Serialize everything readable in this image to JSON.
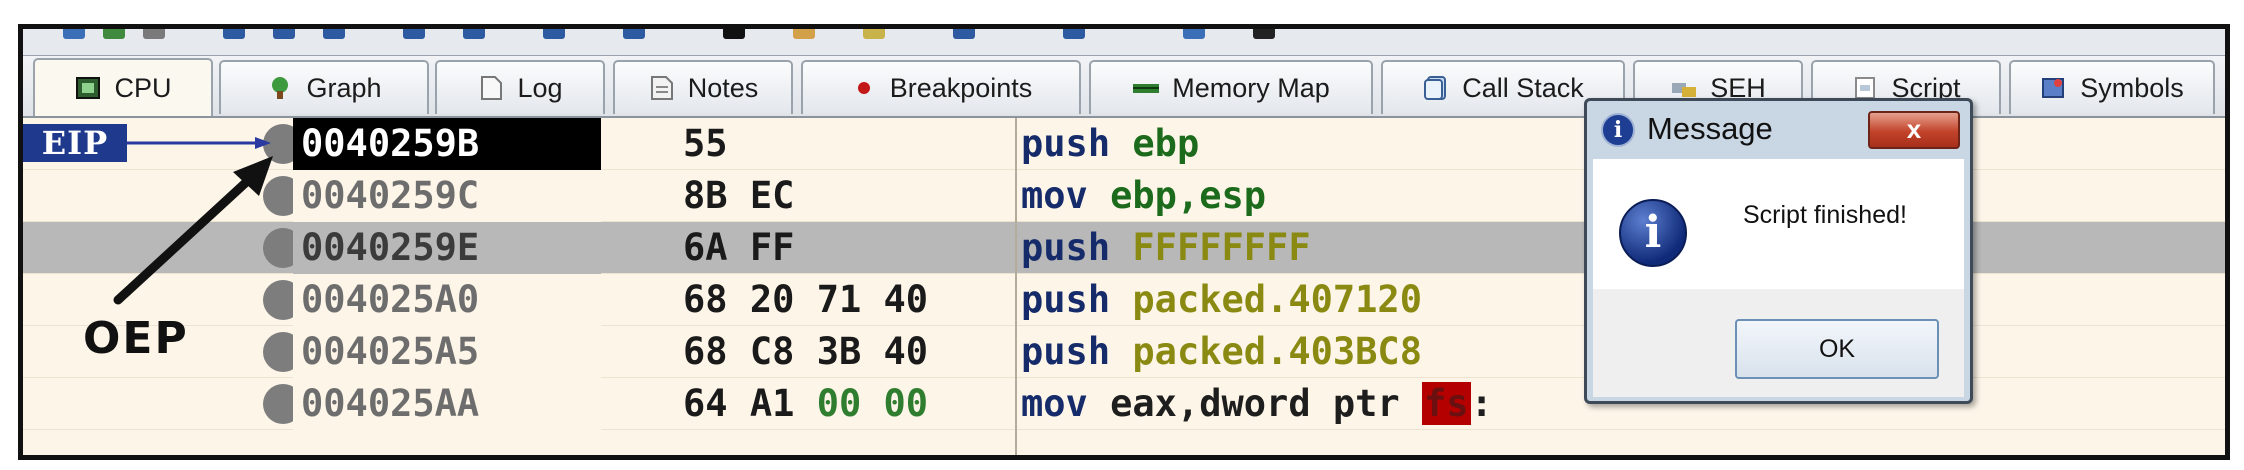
{
  "tabs": [
    {
      "label": "CPU",
      "icon": "cpu-icon"
    },
    {
      "label": "Graph",
      "icon": "graph-icon"
    },
    {
      "label": "Log",
      "icon": "log-icon"
    },
    {
      "label": "Notes",
      "icon": "notes-icon"
    },
    {
      "label": "Breakpoints",
      "icon": "breakpoint-dot-icon"
    },
    {
      "label": "Memory Map",
      "icon": "memory-map-icon"
    },
    {
      "label": "Call Stack",
      "icon": "call-stack-icon"
    },
    {
      "label": "SEH",
      "icon": "seh-icon"
    },
    {
      "label": "Script",
      "icon": "script-icon"
    },
    {
      "label": "Symbols",
      "icon": "symbols-icon"
    }
  ],
  "annotations": {
    "eip": "EIP",
    "oep": "OEP"
  },
  "disassembly": {
    "rows": [
      {
        "address": "0040259B",
        "bytes": [
          "55"
        ],
        "mnemonic": "push",
        "operand": "ebp"
      },
      {
        "address": "0040259C",
        "bytes": [
          "8B",
          "EC"
        ],
        "mnemonic": "mov",
        "operand": "ebp,esp"
      },
      {
        "address": "0040259E",
        "bytes": [
          "6A",
          "FF"
        ],
        "mnemonic": "push",
        "operand": "FFFFFFFF"
      },
      {
        "address": "004025A0",
        "bytes": [
          "68",
          "20",
          "71",
          "40"
        ],
        "mnemonic": "push",
        "operand": "packed.407120"
      },
      {
        "address": "004025A5",
        "bytes": [
          "68",
          "C8",
          "3B",
          "40"
        ],
        "mnemonic": "push",
        "operand": "packed.403BC8"
      },
      {
        "address": "004025AA",
        "bytes": [
          "64",
          "A1",
          "00",
          "00"
        ],
        "mnemonic": "mov",
        "operand": "eax,dword ptr",
        "segment": "fs",
        "suffix": ":"
      }
    ]
  },
  "dialog": {
    "title": "Message",
    "close_label": "x",
    "message": "Script finished!",
    "ok_label": "OK"
  },
  "colors": {
    "eip_label_bg": "#1f3a8c",
    "current_row_bg": "#000000",
    "highlight_row_bg": "#b8b8b8",
    "segment_bg": "#b50000",
    "close_button": "#c2432a"
  }
}
